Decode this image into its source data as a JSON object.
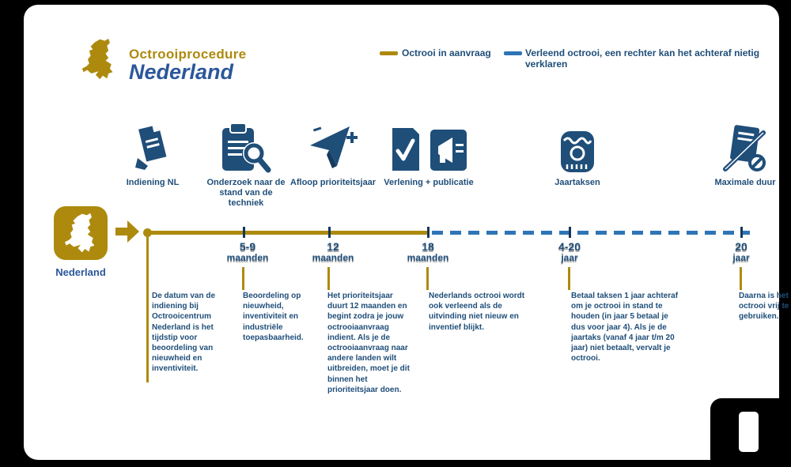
{
  "header": {
    "title_line1": "Octrooiprocedure",
    "title_line2": "Nederland"
  },
  "legend": {
    "items": [
      {
        "label": "Octrooi in aanvraag",
        "color": "#AD8A0E"
      },
      {
        "label": "Verleend octrooi, een rechter kan het achteraf nietig verklaren",
        "color": "#2E75B6"
      }
    ]
  },
  "start": {
    "label": "Nederland",
    "icon": "netherlands-map-icon"
  },
  "steps": [
    {
      "icon": "document-submit-icon",
      "label": "Indiening NL",
      "time_value": "",
      "time_unit": "",
      "description": "De datum van de indiening bij Octrooicentrum Nederland is het tijdstip voor beoordeling van nieuwheid en inventiviteit."
    },
    {
      "icon": "clipboard-magnifier-icon",
      "label": "Onderzoek naar de stand van de techniek",
      "time_value": "5-9",
      "time_unit": "maanden",
      "description": "Beoordeling op nieuwheid, inventiviteit en industriële toepasbaarheid."
    },
    {
      "icon": "paper-plane-plus-icon",
      "label": "Afloop prioriteitsjaar",
      "time_value": "12",
      "time_unit": "maanden",
      "description": "Het prioriteitsjaar duurt 12 maanden en begint zodra je jouw octrooiaanvraag indient. Als je de octrooiaanvraag naar andere landen wilt uitbreiden, moet je dit binnen het prioriteitsjaar doen."
    },
    {
      "icon": "check-megaphone-icon",
      "label": "Verlening + publicatie",
      "time_value": "18",
      "time_unit": "maanden",
      "description": "Nederlands octrooi wordt ook verleend als de uitvinding niet nieuw en inventief blijkt."
    },
    {
      "icon": "seal-icon",
      "label": "Jaartaksen",
      "time_value": "4-20",
      "time_unit": "jaar",
      "description": "Betaal taksen 1 jaar achteraf om je octrooi in stand te houden (in jaar 5 betaal je dus voor jaar 4). Als je de jaartaks (vanaf 4 jaar t/m 20 jaar) niet betaalt, vervalt je octrooi."
    },
    {
      "icon": "document-pen-icon",
      "label": "Maximale duur",
      "time_value": "20",
      "time_unit": "jaar",
      "description": "Daarna is het octrooi vrij te gebruiken."
    }
  ],
  "colors": {
    "gold": "#AD8A0E",
    "navy": "#1F4E79",
    "timeline_blue": "#2E75B6",
    "title_blue": "#2B579A"
  }
}
